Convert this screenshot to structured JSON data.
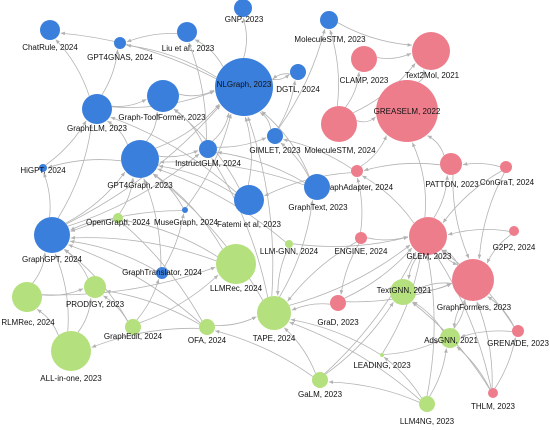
{
  "colors": {
    "blue": "#3b7fdc",
    "pink": "#ee7d8c",
    "green": "#b4e07e",
    "edge": "#b3b3b3"
  },
  "nodes": [
    {
      "id": "chatrule",
      "label": "ChatRule, 2024",
      "group": "blue"
    },
    {
      "id": "gpt4gnas",
      "label": "GPT4GNAS, 2024",
      "group": "blue"
    },
    {
      "id": "liu",
      "label": "Liu et al., 2023",
      "group": "blue"
    },
    {
      "id": "gnp",
      "label": "GNP, 2023",
      "group": "blue"
    },
    {
      "id": "moleculestm-top",
      "label": "MoleculeSTM, 2023",
      "group": "blue"
    },
    {
      "id": "text2mol",
      "label": "Text2Mol, 2021",
      "group": "pink"
    },
    {
      "id": "clamp",
      "label": "CLAMP, 2023",
      "group": "pink"
    },
    {
      "id": "nlgraph",
      "label": "NLGraph, 2023",
      "group": "blue"
    },
    {
      "id": "dgtl",
      "label": "DGTL, 2024",
      "group": "blue"
    },
    {
      "id": "graphllm",
      "label": "GraphLLM, 2023",
      "group": "blue"
    },
    {
      "id": "graph-toolformer",
      "label": "Graph-ToolFormer, 2023",
      "group": "blue"
    },
    {
      "id": "greaselm",
      "label": "GREASELM, 2022",
      "group": "pink"
    },
    {
      "id": "moleculestm-mid",
      "label": "MoleculeSTM, 2024",
      "group": "pink"
    },
    {
      "id": "gimlet",
      "label": "GIMLET, 2023",
      "group": "blue"
    },
    {
      "id": "instructglm",
      "label": "InstructGLM, 2024",
      "group": "blue"
    },
    {
      "id": "higpt",
      "label": "HiGPT, 2024",
      "group": "blue"
    },
    {
      "id": "gpt4graph",
      "label": "GPT4Graph, 2023",
      "group": "blue"
    },
    {
      "id": "graphadapter",
      "label": "GraphAdapter, 2024",
      "group": "pink"
    },
    {
      "id": "patton",
      "label": "PATTON, 2023",
      "group": "pink"
    },
    {
      "id": "congrat",
      "label": "ConGraT, 2024",
      "group": "pink"
    },
    {
      "id": "graphtext",
      "label": "GraphText, 2023",
      "group": "blue"
    },
    {
      "id": "fatemi",
      "label": "Fatemi et al, 2023",
      "group": "blue"
    },
    {
      "id": "opengraph",
      "label": "OpenGraph, 2024",
      "group": "green"
    },
    {
      "id": "musegraph",
      "label": "MuseGraph, 2024",
      "group": "blue"
    },
    {
      "id": "graphgpt",
      "label": "GraphGPT, 2024",
      "group": "blue"
    },
    {
      "id": "llm-gnn",
      "label": "LLM-GNN, 2024",
      "group": "green"
    },
    {
      "id": "engine",
      "label": "ENGINE, 2024",
      "group": "pink"
    },
    {
      "id": "glem",
      "label": "GLEM, 2023",
      "group": "pink"
    },
    {
      "id": "g2p2",
      "label": "G2P2, 2024",
      "group": "pink"
    },
    {
      "id": "graphtranslator",
      "label": "GraphTranslator, 2024",
      "group": "blue"
    },
    {
      "id": "llmrec",
      "label": "LLMRec, 2024",
      "group": "green"
    },
    {
      "id": "prodigy",
      "label": "PRODIGY, 2023",
      "group": "green"
    },
    {
      "id": "textgnn",
      "label": "TextGNN, 2021",
      "group": "green"
    },
    {
      "id": "graphformers",
      "label": "GraphFormers, 2023",
      "group": "pink"
    },
    {
      "id": "rlmrec",
      "label": "RLMRec, 2024",
      "group": "green"
    },
    {
      "id": "graphedit",
      "label": "GraphEdit, 2024",
      "group": "green"
    },
    {
      "id": "ofa",
      "label": "OFA, 2024",
      "group": "green"
    },
    {
      "id": "tape",
      "label": "TAPE, 2024",
      "group": "green"
    },
    {
      "id": "grad",
      "label": "GraD, 2023",
      "group": "pink"
    },
    {
      "id": "adsgnn",
      "label": "AdsGNN, 2021",
      "group": "green"
    },
    {
      "id": "grenade",
      "label": "GRENADE, 2023",
      "group": "pink"
    },
    {
      "id": "all-in-one",
      "label": "ALL-in-one, 2023",
      "group": "green"
    },
    {
      "id": "leading",
      "label": "LEADING, 2023",
      "group": "green"
    },
    {
      "id": "galm",
      "label": "GaLM, 2023",
      "group": "green"
    },
    {
      "id": "thlm",
      "label": "THLM, 2023",
      "group": "pink"
    },
    {
      "id": "llm4ng",
      "label": "LLM4NG, 2023",
      "group": "green"
    }
  ],
  "edges": [
    [
      "nlgraph",
      "gnp"
    ],
    [
      "nlgraph",
      "liu"
    ],
    [
      "nlgraph",
      "gpt4gnas"
    ],
    [
      "nlgraph",
      "chatrule"
    ],
    [
      "nlgraph",
      "dgtl"
    ],
    [
      "graph-toolformer",
      "nlgraph"
    ],
    [
      "graphllm",
      "nlgraph"
    ],
    [
      "graphllm",
      "graph-toolformer"
    ],
    [
      "graphllm",
      "gpt4gnas"
    ],
    [
      "graphllm",
      "chatrule"
    ],
    [
      "gpt4graph",
      "nlgraph"
    ],
    [
      "gpt4graph",
      "graph-toolformer"
    ],
    [
      "gpt4graph",
      "graphllm"
    ],
    [
      "gpt4graph",
      "higpt"
    ],
    [
      "gpt4graph",
      "instructglm"
    ],
    [
      "instructglm",
      "nlgraph"
    ],
    [
      "instructglm",
      "graph-toolformer"
    ],
    [
      "instructglm",
      "gimlet"
    ],
    [
      "instructglm",
      "liu"
    ],
    [
      "gimlet",
      "moleculestm-top"
    ],
    [
      "gimlet",
      "dgtl"
    ],
    [
      "gimlet",
      "nlgraph"
    ],
    [
      "moleculestm-mid",
      "clamp"
    ],
    [
      "moleculestm-mid",
      "text2mol"
    ],
    [
      "moleculestm-mid",
      "moleculestm-top"
    ],
    [
      "moleculestm-mid",
      "greaselm"
    ],
    [
      "clamp",
      "text2mol"
    ],
    [
      "moleculestm-top",
      "text2mol"
    ],
    [
      "greaselm",
      "text2mol"
    ],
    [
      "graphtext",
      "nlgraph"
    ],
    [
      "graphtext",
      "gpt4graph"
    ],
    [
      "graphtext",
      "instructglm"
    ],
    [
      "graphtext",
      "gimlet"
    ],
    [
      "fatemi",
      "nlgraph"
    ],
    [
      "fatemi",
      "gpt4graph"
    ],
    [
      "fatemi",
      "graph-toolformer"
    ],
    [
      "fatemi",
      "graphllm"
    ],
    [
      "graphgpt",
      "gpt4graph"
    ],
    [
      "graphgpt",
      "higpt"
    ],
    [
      "graphgpt",
      "graphllm"
    ],
    [
      "graphgpt",
      "nlgraph"
    ],
    [
      "graphgpt",
      "instructglm"
    ],
    [
      "opengraph",
      "graphgpt"
    ],
    [
      "opengraph",
      "gpt4graph"
    ],
    [
      "musegraph",
      "gpt4graph"
    ],
    [
      "musegraph",
      "graphgpt"
    ],
    [
      "musegraph",
      "nlgraph"
    ],
    [
      "graphtranslator",
      "graphgpt"
    ],
    [
      "graphtranslator",
      "gpt4graph"
    ],
    [
      "graphtranslator",
      "musegraph"
    ],
    [
      "llmrec",
      "graphgpt"
    ],
    [
      "llmrec",
      "opengraph"
    ],
    [
      "llmrec",
      "gpt4graph"
    ],
    [
      "llm-gnn",
      "tape"
    ],
    [
      "llm-gnn",
      "glem"
    ],
    [
      "llm-gnn",
      "gpt4graph"
    ],
    [
      "tape",
      "glem"
    ],
    [
      "tape",
      "gpt4graph"
    ],
    [
      "tape",
      "nlgraph"
    ],
    [
      "tape",
      "instructglm"
    ],
    [
      "tape",
      "graphtext"
    ],
    [
      "ofa",
      "tape"
    ],
    [
      "ofa",
      "graphgpt"
    ],
    [
      "ofa",
      "prodigy"
    ],
    [
      "ofa",
      "all-in-one"
    ],
    [
      "ofa",
      "opengraph"
    ],
    [
      "graphedit",
      "graphgpt"
    ],
    [
      "graphedit",
      "graphtranslator"
    ],
    [
      "graphedit",
      "llmrec"
    ],
    [
      "graphedit",
      "prodigy"
    ],
    [
      "prodigy",
      "graphgpt"
    ],
    [
      "rlmrec",
      "graphgpt"
    ],
    [
      "rlmrec",
      "llmrec"
    ],
    [
      "rlmrec",
      "prodigy"
    ],
    [
      "all-in-one",
      "prodigy"
    ],
    [
      "all-in-one",
      "graphgpt"
    ],
    [
      "all-in-one",
      "rlmrec"
    ],
    [
      "glem",
      "graphformers"
    ],
    [
      "glem",
      "patton"
    ],
    [
      "glem",
      "textgnn"
    ],
    [
      "glem",
      "graphadapter"
    ],
    [
      "glem",
      "greaselm"
    ],
    [
      "engine",
      "glem"
    ],
    [
      "engine",
      "tape"
    ],
    [
      "engine",
      "graphadapter"
    ],
    [
      "engine",
      "grad"
    ],
    [
      "graphadapter",
      "greaselm"
    ],
    [
      "graphadapter",
      "gimlet"
    ],
    [
      "graphadapter",
      "fatemi"
    ],
    [
      "patton",
      "graphformers"
    ],
    [
      "patton",
      "greaselm"
    ],
    [
      "patton",
      "graphadapter"
    ],
    [
      "congrat",
      "patton"
    ],
    [
      "congrat",
      "graphformers"
    ],
    [
      "congrat",
      "glem"
    ],
    [
      "g2p2",
      "glem"
    ],
    [
      "g2p2",
      "graphformers"
    ],
    [
      "graphformers",
      "textgnn"
    ],
    [
      "graphformers",
      "adsgnn"
    ],
    [
      "graphformers",
      "glem"
    ],
    [
      "textgnn",
      "graphformers"
    ],
    [
      "adsgnn",
      "textgnn"
    ],
    [
      "adsgnn",
      "graphformers"
    ],
    [
      "grad",
      "glem"
    ],
    [
      "grad",
      "graphformers"
    ],
    [
      "grad",
      "tape"
    ],
    [
      "grenade",
      "graphformers"
    ],
    [
      "grenade",
      "glem"
    ],
    [
      "grenade",
      "adsgnn"
    ],
    [
      "leading",
      "tape"
    ],
    [
      "leading",
      "glem"
    ],
    [
      "leading",
      "adsgnn"
    ],
    [
      "galm",
      "tape"
    ],
    [
      "galm",
      "glem"
    ],
    [
      "galm",
      "textgnn"
    ],
    [
      "galm",
      "ofa"
    ],
    [
      "thlm",
      "graphformers"
    ],
    [
      "thlm",
      "adsgnn"
    ],
    [
      "thlm",
      "textgnn"
    ],
    [
      "thlm",
      "grenade"
    ],
    [
      "thlm",
      "glem"
    ],
    [
      "llm4ng",
      "tape"
    ],
    [
      "llm4ng",
      "glem"
    ],
    [
      "llm4ng",
      "adsgnn"
    ],
    [
      "llm4ng",
      "galm"
    ],
    [
      "llm4ng",
      "leading"
    ],
    [
      "higpt",
      "graphllm"
    ],
    [
      "dgtl",
      "nlgraph"
    ],
    [
      "liu",
      "gpt4gnas"
    ]
  ]
}
